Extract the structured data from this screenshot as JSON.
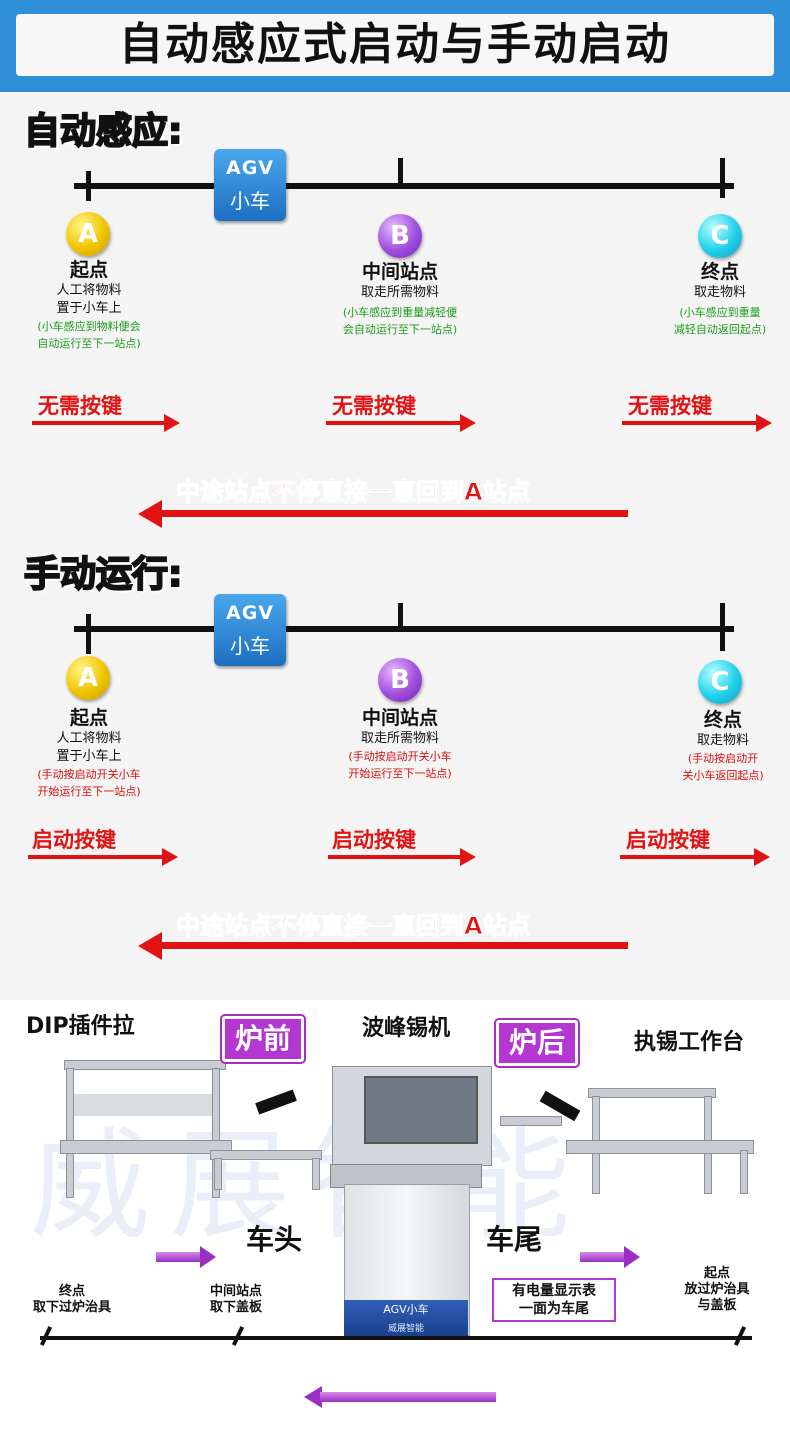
{
  "banner": {
    "title": "自动感应式启动与手动启动"
  },
  "agv": {
    "line1": "AGV",
    "line2": "小车"
  },
  "auto": {
    "title": "自动感应:",
    "stations": [
      {
        "letter": "A",
        "name": "起点",
        "desc1": "人工将物料",
        "desc2": "置于小车上",
        "note1": "(小车感应到物料便会",
        "note2": "自动运行至下一站点)"
      },
      {
        "letter": "B",
        "name": "中间站点",
        "desc1": "取走所需物料",
        "desc2": "",
        "note1": "(小车感应到重量减轻便",
        "note2": "会自动运行至下一站点)"
      },
      {
        "letter": "C",
        "name": "终点",
        "desc1": "取走物料",
        "desc2": "",
        "note1": "(小车感应到重量",
        "note2": "减轻自动返回起点)"
      }
    ],
    "key_label": "无需按键",
    "return_text": "中途站点不停直接一直回到A站点"
  },
  "manual": {
    "title": "手动运行:",
    "stations": [
      {
        "letter": "A",
        "name": "起点",
        "desc1": "人工将物料",
        "desc2": "置于小车上",
        "note1": "(手动按启动开关小车",
        "note2": "开始运行至下一站点)"
      },
      {
        "letter": "B",
        "name": "中间站点",
        "desc1": "取走所需物料",
        "desc2": "",
        "note1": "(手动按启动开关小车",
        "note2": "开始运行至下一站点)"
      },
      {
        "letter": "C",
        "name": "终点",
        "desc1": "取走物料",
        "desc2": "",
        "note1": "(手动按启动开",
        "note2": "关小车返回起点)"
      }
    ],
    "key_label": "启动按键",
    "return_text": "中途站点不停直接一直回到A站点"
  },
  "illustration": {
    "dip": "DIP插件拉",
    "before": "炉前",
    "wave": "波峰锡机",
    "after": "炉后",
    "bench": "执锡工作台",
    "head": "车头",
    "tail": "车尾",
    "end_label1": "终点",
    "end_label2": "取下过炉治具",
    "mid_label1": "中间站点",
    "mid_label2": "取下盖板",
    "start_label1": "起点",
    "start_label2": "放过炉治具",
    "start_label3": "与盖板",
    "meter_label1": "有电量显示表",
    "meter_label2": "一面为车尾",
    "cart_plate": "AGV小车",
    "cart_brand": "威展智能",
    "watermark": "威展智能"
  },
  "colors": {
    "accent_blue": "#2f8fd8",
    "red": "#e01414",
    "green": "#1c9b1c",
    "purple": "#b437d2"
  }
}
